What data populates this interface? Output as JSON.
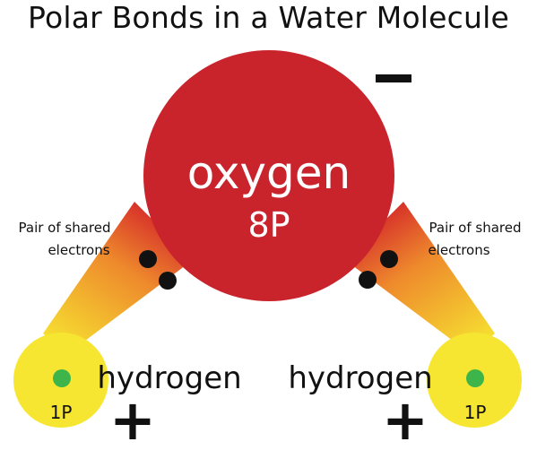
{
  "title": "Polar Bonds in a Water Molecule",
  "oxygen": {
    "name": "oxygen",
    "protons": "8P",
    "charge": "−",
    "color": "#C9232C"
  },
  "hydrogen_left": {
    "name": "hydrogen",
    "protons": "1P",
    "charge": "+",
    "color": "#F7E631"
  },
  "hydrogen_right": {
    "name": "hydrogen",
    "protons": "1P",
    "charge": "+",
    "color": "#F7E631"
  },
  "bond_left": {
    "label_line1": "Pair of shared",
    "label_line2": "electrons"
  },
  "bond_right": {
    "label_line1": "Pair of shared",
    "label_line2": "electrons"
  },
  "colors": {
    "nucleus": "#3DB54A",
    "electron": "#111111",
    "bond_start": "#E0422A",
    "bond_end": "#F7E631"
  }
}
